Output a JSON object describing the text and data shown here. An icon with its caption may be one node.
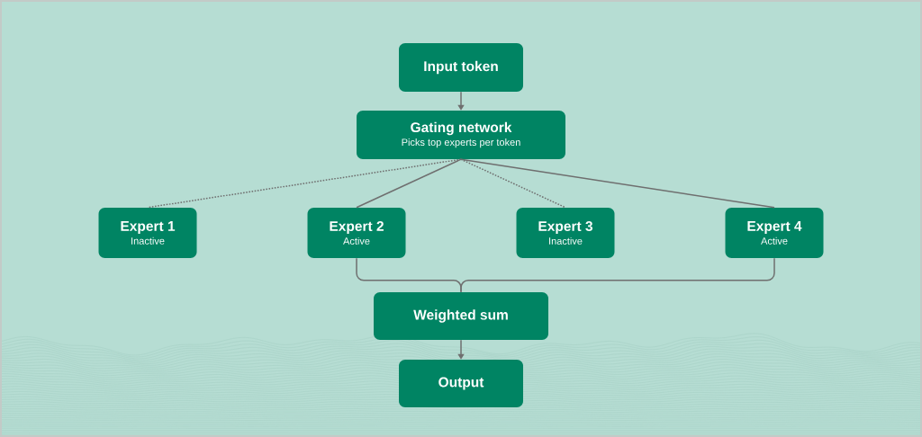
{
  "diagram": {
    "nodes": [
      {
        "text": [
          "Input token"
        ]
      },
      {
        "text": [
          "Gating network",
          "Picks top experts per token"
        ]
      },
      {
        "text": [
          "Expert 1",
          "Inactive"
        ]
      },
      {
        "text": [
          "Expert 2",
          "Active"
        ]
      },
      {
        "text": [
          "Expert 3",
          "Inactive"
        ]
      },
      {
        "text": [
          "Expert 4",
          "Active"
        ]
      },
      {
        "text": [
          "Weighted sum"
        ]
      },
      {
        "text": [
          "Output"
        ]
      }
    ],
    "edges": [
      {
        "from": 0,
        "to": 1,
        "arrow": "to"
      },
      {
        "from": 1,
        "to": 2,
        "arrow": "none",
        "style": "dashed"
      },
      {
        "from": 1,
        "to": 3,
        "arrow": "none"
      },
      {
        "from": 1,
        "to": 4,
        "arrow": "none",
        "style": "dashed"
      },
      {
        "from": 1,
        "to": 5,
        "arrow": "none"
      },
      {
        "from": 3,
        "to": 6,
        "arrow": "none"
      },
      {
        "from": 5,
        "to": 6,
        "arrow": "none"
      },
      {
        "from": 6,
        "to": 7,
        "arrow": "to"
      }
    ]
  }
}
